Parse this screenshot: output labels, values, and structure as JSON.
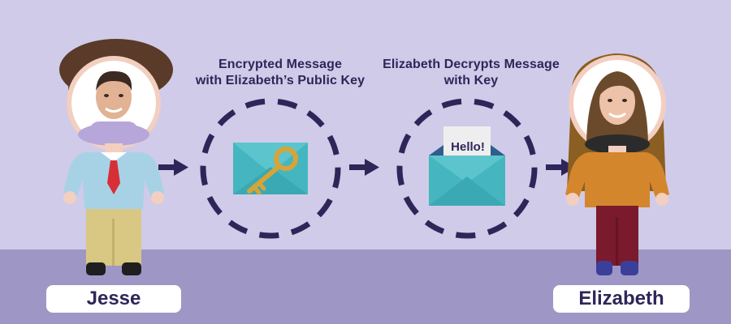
{
  "steps": [
    {
      "caption_line1": "Encrypted Message",
      "caption_line2": "with Elizabeth’s Public Key"
    },
    {
      "caption_line1": "Elizabeth Decrypts Message",
      "caption_line2": "with Key"
    }
  ],
  "people": {
    "sender": {
      "name": "Jesse"
    },
    "recipient": {
      "name": "Elizabeth"
    }
  },
  "message": {
    "text": "Hello!"
  },
  "colors": {
    "background": "#d0cbe8",
    "ground": "#9e97c5",
    "text": "#2e2659",
    "arrow": "#2e2659",
    "envelope": "#4fc0c8",
    "key": "#d7a437"
  }
}
